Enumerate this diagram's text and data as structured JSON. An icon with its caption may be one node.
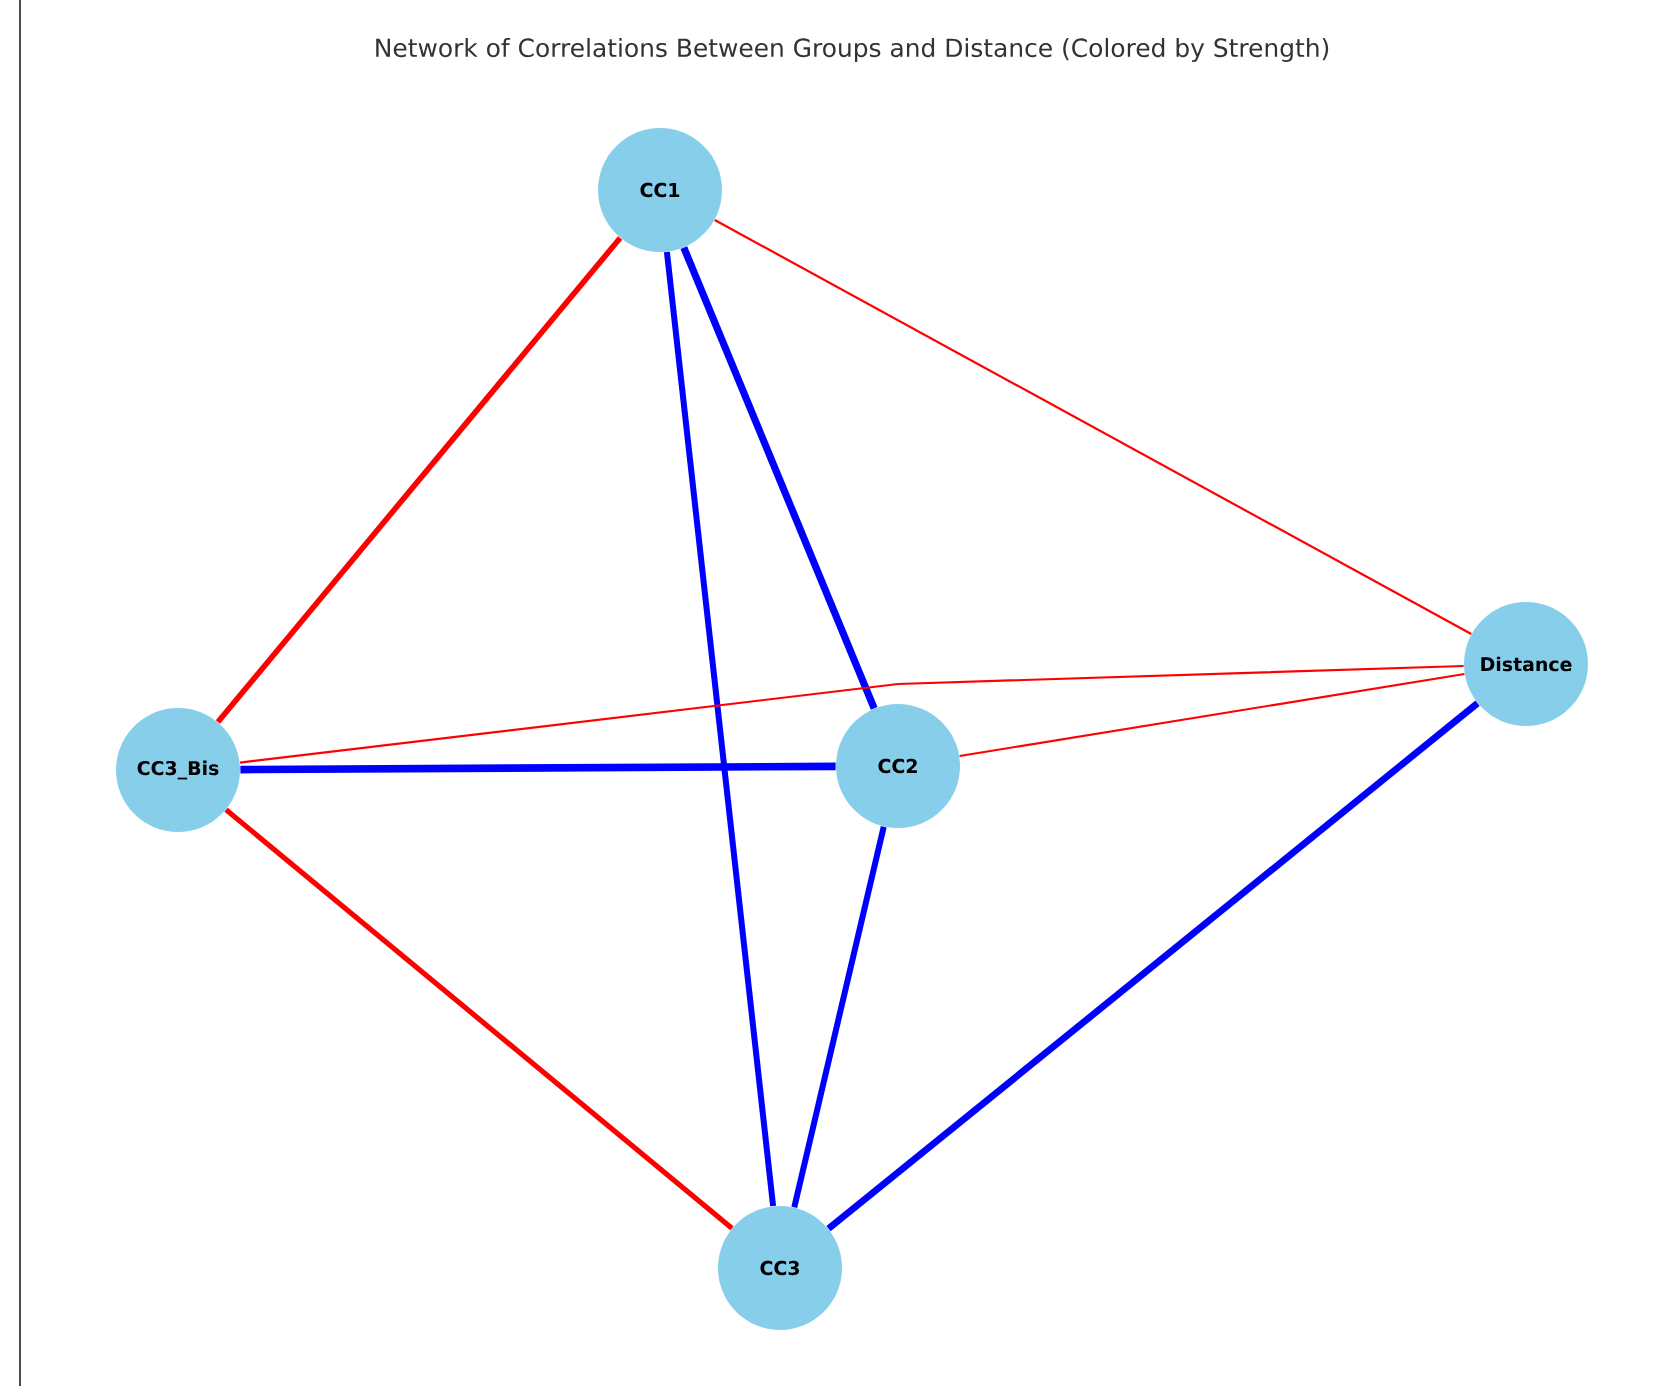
{
  "diagram": {
    "title": "Network of Correlations Between Groups and Distance (Colored by Strength)",
    "nodes": [
      {
        "text": [
          "CC1"
        ]
      },
      {
        "text": [
          "Distance"
        ]
      },
      {
        "text": [
          "CC3_Bis"
        ]
      },
      {
        "text": [
          "CC2"
        ]
      },
      {
        "text": [
          "CC3"
        ]
      }
    ],
    "edges": [
      {
        "from": 0,
        "to": 2,
        "arrow": "none",
        "color": "#ff0000"
      },
      {
        "from": 0,
        "to": 1,
        "arrow": "none",
        "color": "#ff0000"
      },
      {
        "from": 0,
        "to": 3,
        "arrow": "none",
        "color": "#0000ff"
      },
      {
        "from": 0,
        "to": 4,
        "arrow": "none",
        "color": "#0000ff"
      },
      {
        "from": 2,
        "to": 3,
        "arrow": "none",
        "color": "#0000ff"
      },
      {
        "from": 2,
        "to": 1,
        "arrow": "none",
        "color": "#ff0000"
      },
      {
        "from": 3,
        "to": 1,
        "arrow": "none",
        "color": "#ff0000"
      },
      {
        "from": 2,
        "to": 4,
        "arrow": "none",
        "color": "#ff0000"
      },
      {
        "from": 3,
        "to": 4,
        "arrow": "none",
        "color": "#0000ff"
      },
      {
        "from": 1,
        "to": 4,
        "arrow": "none",
        "color": "#0000ff"
      }
    ]
  }
}
